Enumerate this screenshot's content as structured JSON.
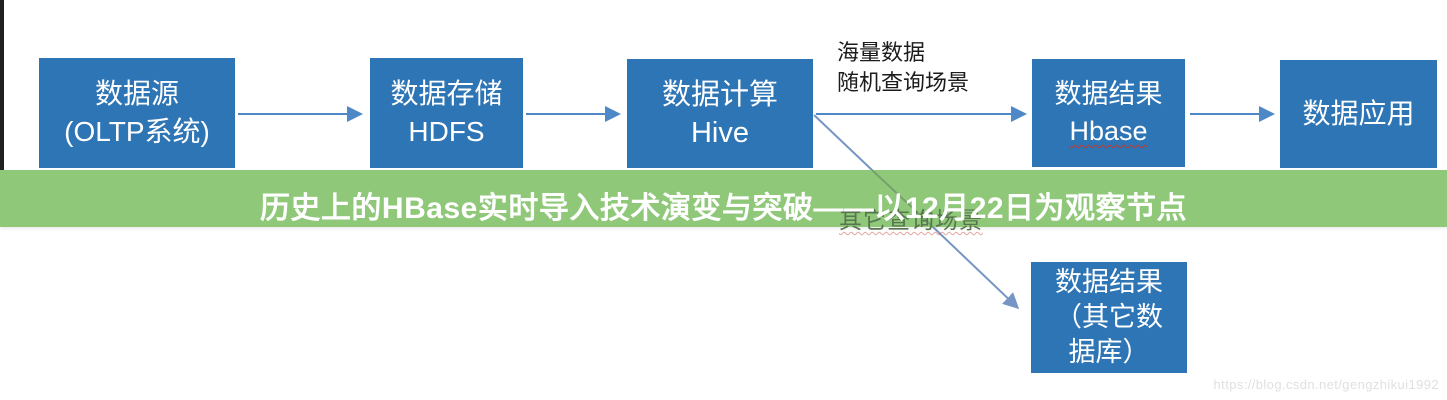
{
  "banner": {
    "title": "历史上的HBase实时导入技术演变与突破——以12月22日为观察节点"
  },
  "diagram": {
    "nodes": [
      {
        "id": "data-source",
        "lines": [
          "数据源",
          "(OLTP系统)"
        ]
      },
      {
        "id": "data-storage",
        "lines": [
          "数据存储",
          "HDFS"
        ]
      },
      {
        "id": "data-compute",
        "lines": [
          "数据计算",
          "Hive"
        ]
      },
      {
        "id": "data-result-hbase",
        "lines": [
          "数据结果",
          "Hbase"
        ]
      },
      {
        "id": "data-application",
        "lines": [
          "数据应用"
        ]
      },
      {
        "id": "data-result-other",
        "lines": [
          "数据结果",
          "（其它数",
          "据库）"
        ]
      }
    ],
    "edges": [
      {
        "from": "data-source",
        "to": "data-storage"
      },
      {
        "from": "data-storage",
        "to": "data-compute"
      },
      {
        "from": "data-compute",
        "to": "data-result-hbase",
        "label": "海量数据 随机查询场景"
      },
      {
        "from": "data-result-hbase",
        "to": "data-application"
      },
      {
        "from": "data-compute",
        "to": "data-result-other",
        "label": "其它查询场景"
      }
    ],
    "annotations": {
      "massive_data_line1": "海量数据",
      "massive_data_line2": "随机查询场景",
      "other_query": "其它查询场景"
    }
  },
  "watermark": {
    "text": "https://blog.csdn.net/gengzhikui1992"
  },
  "colors": {
    "node-blue": "#2e75b6",
    "arrow-blue": "#4f88c7",
    "arrow-slate": "#7695c5",
    "banner-green": "#90c87a",
    "banner-title": "#ffffff",
    "squiggle-red": "#c0392b"
  }
}
